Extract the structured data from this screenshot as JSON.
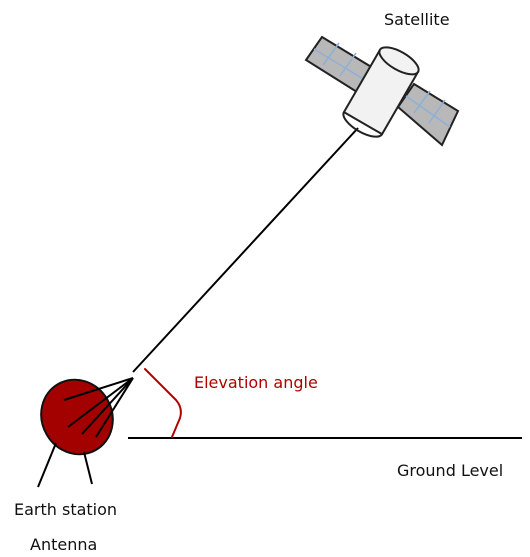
{
  "labels": {
    "satellite": "Satellite",
    "elevation_angle": "Elevation angle",
    "ground_level": "Ground Level",
    "earth_station": "Earth station",
    "antenna": "Antenna"
  },
  "colors": {
    "line": "#000000",
    "angle_arc": "#b00000",
    "dish_fill": "#a30000",
    "solar_panel": "#b8b8b8",
    "solar_panel_grid": "#8eb0d6",
    "satellite_body": "#f2f2f2"
  },
  "icons": {
    "satellite": "satellite-icon",
    "antenna": "earth-station-antenna-icon"
  }
}
